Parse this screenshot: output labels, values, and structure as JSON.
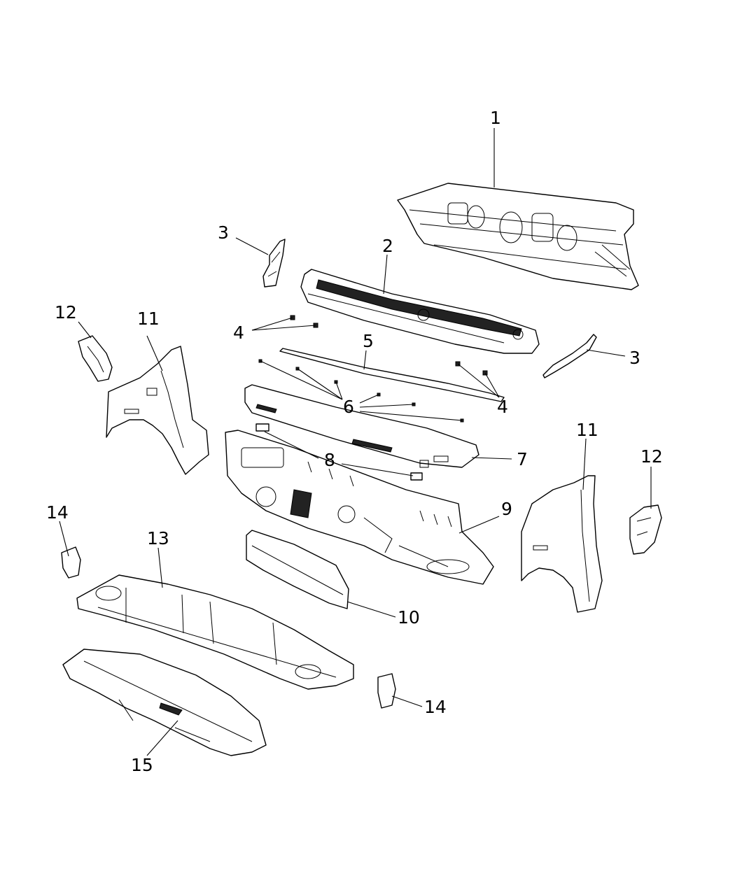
{
  "callouts": {
    "c1": "1",
    "c2": "2",
    "c3a": "3",
    "c3b": "3",
    "c4a": "4",
    "c4b": "4",
    "c5": "5",
    "c6": "6",
    "c7": "7",
    "c8": "8",
    "c9": "9",
    "c10": "10",
    "c11a": "11",
    "c11b": "11",
    "c12a": "12",
    "c12b": "12",
    "c13": "13",
    "c14a": "14",
    "c14b": "14",
    "c15": "15"
  }
}
